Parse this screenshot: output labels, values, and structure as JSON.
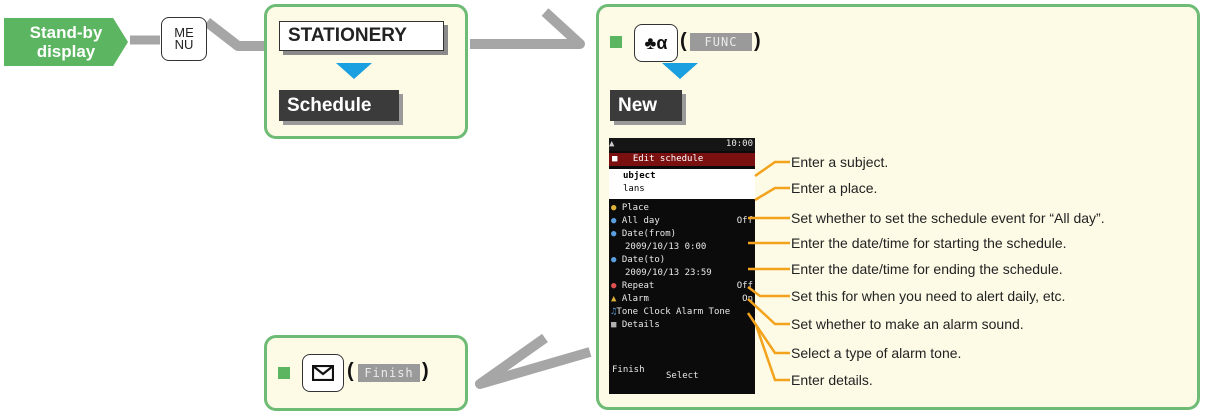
{
  "start": {
    "line1": "Stand-by",
    "line2": "display"
  },
  "menu_key": {
    "top": "ME",
    "bottom": "NU"
  },
  "step1": {
    "label": "STATIONERY",
    "result": "Schedule"
  },
  "step2": {
    "key_glyph": "♣α",
    "softkey": "FUNC",
    "result": "New"
  },
  "finish_step": {
    "softkey": "Finish"
  },
  "screen": {
    "status_right": "10:00",
    "header": "Edit schedule",
    "rows": [
      "ubject",
      "lans",
      "Place",
      "All day",
      "Date(from)",
      "2009/10/13  0:00",
      "Date(to)",
      "2009/10/13 23:59",
      "Repeat",
      "Alarm",
      "Tone  Clock Alarm Tone",
      "Details"
    ],
    "allday_value": "Off",
    "repeat_value": "Off",
    "alarm_value": "On",
    "soft_left": "Finish",
    "soft_center": "Select"
  },
  "callouts": [
    "Enter a subject.",
    "Enter a place.",
    "Set whether to set the schedule event for “All day”.",
    "Enter the date/time for starting the schedule.",
    "Enter the date/time for ending the schedule.",
    "Set this for when you need to alert daily, etc.",
    "Set whether to make an alarm sound.",
    "Select a type of alarm tone.",
    "Enter details."
  ],
  "colors": {
    "panel_border": "#6dbb74",
    "panel_fill": "#fdfbe6",
    "callout": "#f3a21c",
    "arrow": "#1aa0e0",
    "connector": "#a6a6a6"
  }
}
